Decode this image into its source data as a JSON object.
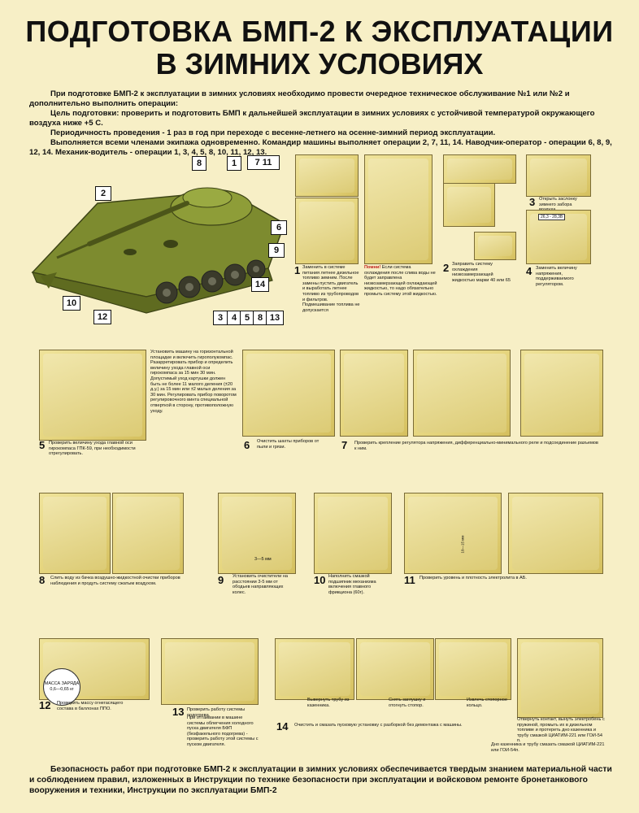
{
  "title_line1": "ПОДГОТОВКА БМП-2 К ЭКСПЛУАТАЦИИ",
  "title_line2": "В ЗИМНИХ УСЛОВИЯХ",
  "intro": {
    "p1": "При подготовке БМП-2 к эксплуатации в зимних условиях необходимо провести очередное техническое обслуживание №1 или №2 и дополнительно выполнить операции:",
    "p2": "Цель подготовки: проверить и подготовить БМП к дальнейшей эксплуатации в зимних условиях с устойчивой температурой окружающего воздуха ниже +5 С.",
    "p3": "Периодичность проведения - 1 раз в год при переходе с весенне-летнего на осенне-зимний период эксплуатации.",
    "p4": "Выполняется всеми членами экипажа одновременно. Командир машины выполняет операции 2, 7, 11, 14. Наводчик-оператор - операции 6, 8, 9, 12, 14. Механик-водитель - операции 1, 3, 4, 5, 8, 10, 11, 12, 13."
  },
  "callouts": {
    "c2": "2",
    "c8": "8",
    "c1": "1",
    "c7_11": "7 11",
    "c6": "6",
    "c9": "9",
    "c14": "14",
    "c10": "10",
    "c12": "12",
    "c3": "3",
    "c4": "4",
    "c5": "5",
    "c8b": "8",
    "c13": "13"
  },
  "ops": {
    "op1": {
      "num": "1",
      "text": "Заменить в системе питания летнее дизельное топливо зимним. После замены пустить двигатель и выработать летнее топливо из трубопроводов и фильтров. Подмешивание топлива не допускается"
    },
    "op1b": {
      "warn": "Помни!",
      "text": "Если система охлаждения после слива воды не будет заправлена низкозамерзающей охлаждающей жидкостью, то надо обязательно промыть систему этой жидкостью."
    },
    "op2": {
      "num": "2",
      "text": "Заправить систему охлаждения низкозамерзающей жидкостью марки 40 или 65"
    },
    "op3": {
      "num": "3",
      "text": "Открыть заслонку зимнего забора воздуха."
    },
    "op4": {
      "num": "4",
      "text": "Заменить величину напряжения, поддерживаемого регулятором."
    },
    "op4_display": "26,3 - 28,3В",
    "op5": {
      "num": "5",
      "text": "Проверить величину ухода главной оси гирокомпаса ГПК-59, при необходимости отрегулировать."
    },
    "op5_side": "Установить машину на горизонтальной площадке и включить гирополукомпас. Разарретировать прибор и определить величину ухода главной оси гирокомпаса за 15 мин 30 мин. Допустимый уход картушки должен быть не более 11 малого деления (±20 д.у.) за 15 мин или ±2 малых деления за 30 мин. Регулировать прибор поворотом регулировочного винта специальной отверткой в сторону, противоположную уходу.",
    "op6": {
      "num": "6",
      "text": "Очистить шахты приборов от пыли и грязи."
    },
    "op7": {
      "num": "7",
      "text": "Проверить крепление регулятора напряжения, дифференциально-минимального реле и подсоединение разъемов к ним."
    },
    "op8": {
      "num": "8",
      "text": "Слить воду из бачка воздушно-жидкостной очистки приборов наблюдения и продуть систему сжатым воздухом."
    },
    "op9": {
      "num": "9",
      "text": "Установить очистители на расстоянии 3-5 мм от ободьев направляющих колес."
    },
    "op9_dim": "3—5 мм",
    "op10": {
      "num": "10",
      "text": "Наполнить смазкой подшипник механизма включения главного фрикциона (60г)."
    },
    "op11": {
      "num": "11",
      "text": "Проверить уровень и плотность электролита в АБ."
    },
    "op11_dim": "10—15 мм",
    "op12": {
      "num": "12",
      "text": "Проверить массу огнегасящего состава в баллонах ППО."
    },
    "op12_label": "МАССА ЗАРЯДА 0,6—0,65 кг",
    "op13": {
      "num": "13",
      "text": "Проверить работу системы подогрева.",
      "text2": "При оттаивании в машине системы облегчения холодного пуска двигателя БФП (безфакельного подогрева) - проверить работу этой системы с пуском двигателя."
    },
    "op14": {
      "num": "14",
      "text": "Очистить и смазать пусковую установку с разборкой без демонтажа с машины."
    },
    "op14a": "Вывернуть трубу из казенника.",
    "op14b": "Снять заглушку и отогнуть стопор.",
    "op14c": "Извлечь стопорное кольцо.",
    "op14d": "Отвернуть контакт, вынуть электробень с пружиной, промыть их в дизельном топливе и протереть дно казенника и трубу смазкой ЦИАТИМ-221 или ГОИ-54 п.",
    "op14e": "Дно казенника и трубу смазать смазкой ЦИАТИМ-221 или ГОИ-54п."
  },
  "footer": "Безопасность работ при подготовке БМП-2 к эксплуатации в зимних условиях обеспечивается твердым знанием материальной части и соблюдением правил, изложенных в Инструкции по технике безопасности при эксплуатации и войсковом ремонте бронетанкового вооружения и техники, Инструкции по эксплуатации БМП-2",
  "colors": {
    "background": "#f7efc6",
    "panel": "#e4d37a",
    "vehicle": "#7d8b2f",
    "accent_red": "#c0201c"
  }
}
